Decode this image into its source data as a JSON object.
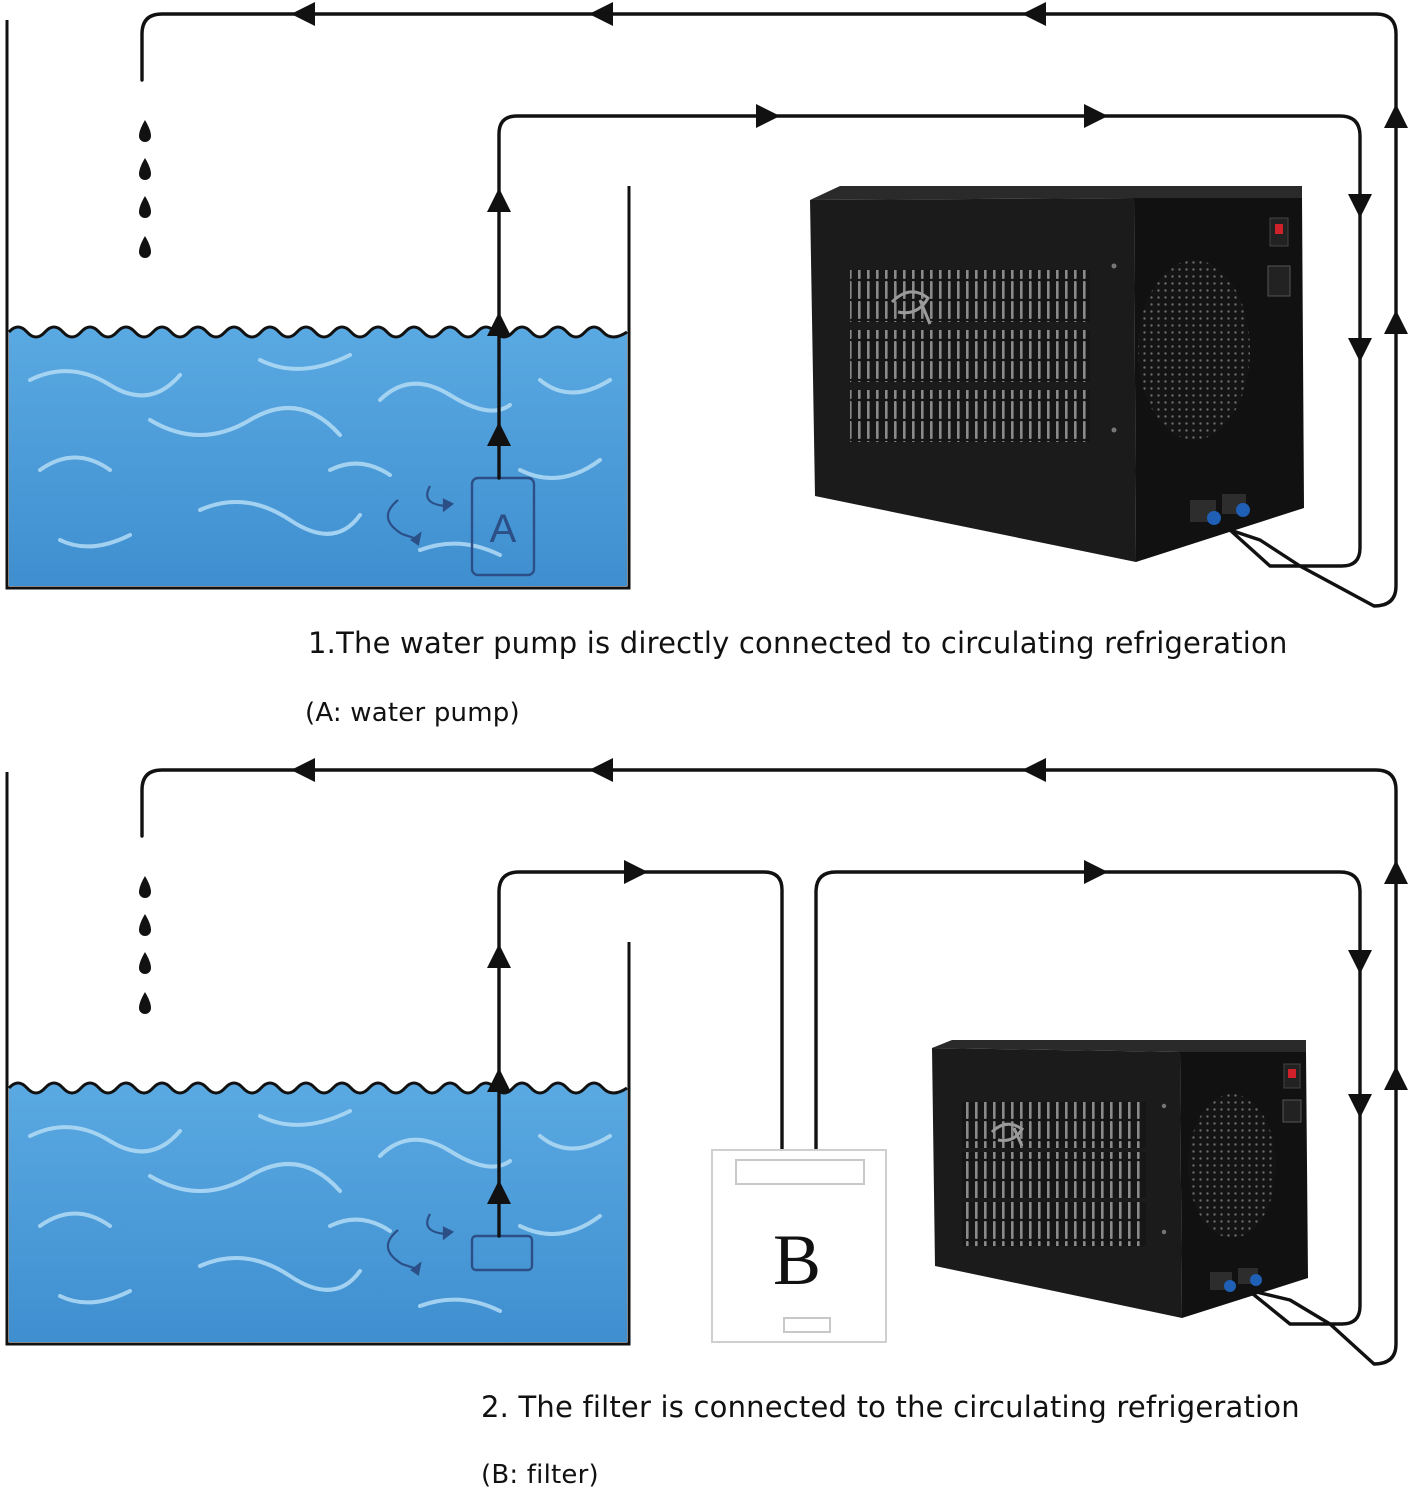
{
  "section1": {
    "caption": "1.The water pump is directly connected to circulating refrigeration",
    "subcaption": "(A: water pump)",
    "pump_label": "A"
  },
  "section2": {
    "caption": "2. The filter is connected to the circulating refrigeration",
    "subcaption": "(B: filter)",
    "filter_label": "B"
  },
  "colors": {
    "water": "#4f9fdb",
    "water_light": "#a9d6f5",
    "pipe": "#111111",
    "chiller": "#1c1c1c",
    "pump_outline": "#2b4f86",
    "connector": "#1f5fb5"
  },
  "icons": [
    "water-drop-icon",
    "flow-arrow-icon",
    "swirl-arrow-icon",
    "power-switch-icon",
    "power-socket-icon"
  ]
}
